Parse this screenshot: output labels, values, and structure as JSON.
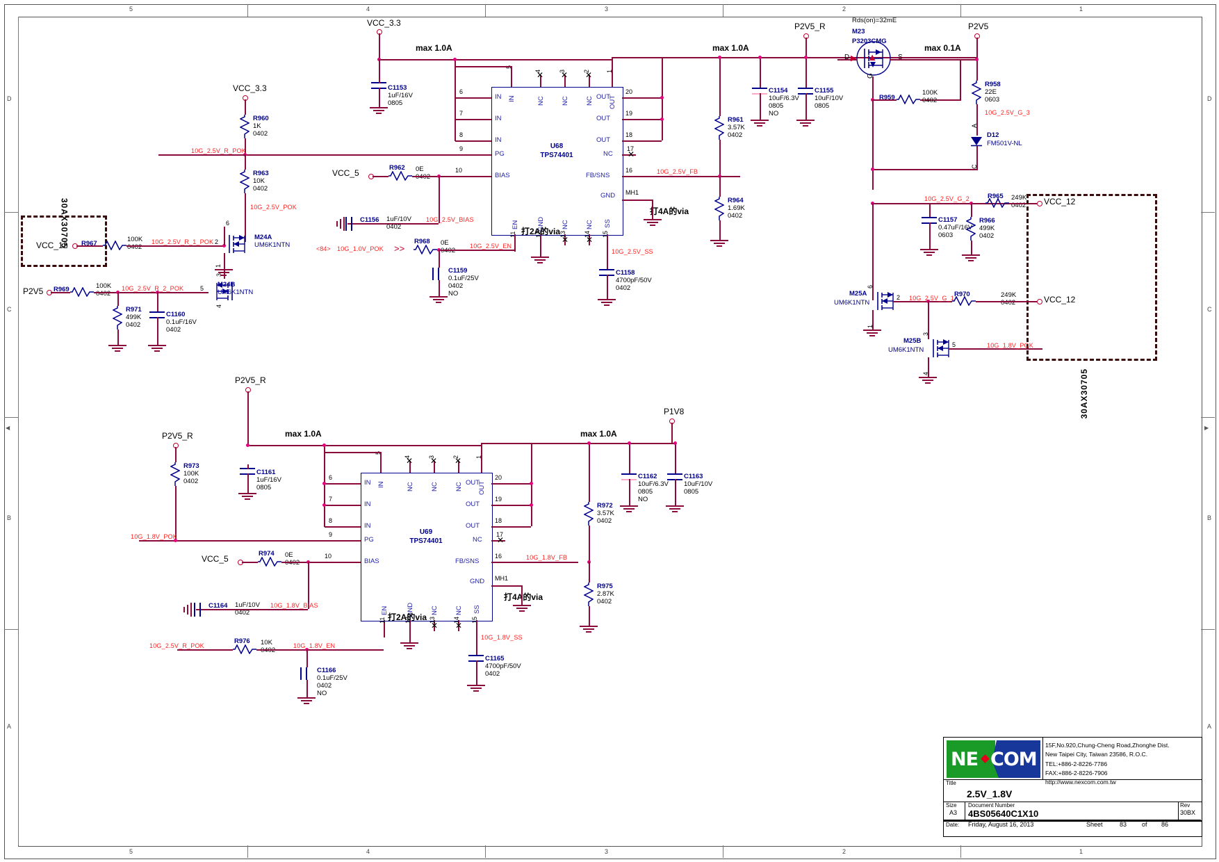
{
  "sheet": {
    "border_numbers_top": [
      "5",
      "4",
      "3",
      "2",
      "1"
    ],
    "border_letters": [
      "D",
      "C",
      "B",
      "A"
    ]
  },
  "titleblock": {
    "address_lines": [
      "15F,No.920,Chung-Cheng Road,Zhonghe Dist.",
      "New Taipei City, Taiwan 23586, R.O.C.",
      "TEL:+886-2-8226-7786",
      "FAX:+886-2-8226-7906",
      "http://www.nexcom.com.tw"
    ],
    "logo_text_a": "NE",
    "logo_text_b": "COM",
    "title_label": "Title",
    "title": "2.5V_1.8V",
    "size_label": "Size",
    "size": "A3",
    "docnum_label": "Document Number",
    "docnum": "4BS05640C1X10",
    "rev_label": "Rev",
    "rev": "30BX",
    "date_label": "Date:",
    "date": "Friday, August 16, 2013",
    "sheet_label": "Sheet",
    "sheet_num": "83",
    "of_label": "of",
    "sheet_total": "86"
  },
  "ics": [
    {
      "id": "U68",
      "name": "U68",
      "part": "TPS74401",
      "pins_top": [
        {
          "n": "5",
          "l": "IN"
        },
        {
          "n": "4",
          "l": "NC",
          "nc": true
        },
        {
          "n": "3",
          "l": "NC",
          "nc": true
        },
        {
          "n": "2",
          "l": "NC",
          "nc": true
        },
        {
          "n": "1",
          "l": "OUT"
        }
      ],
      "pins_left": [
        {
          "n": "6",
          "l": "IN"
        },
        {
          "n": "7",
          "l": "IN"
        },
        {
          "n": "8",
          "l": "IN"
        },
        {
          "n": "9",
          "l": "PG"
        },
        {
          "n": "10",
          "l": "BIAS"
        }
      ],
      "pins_right": [
        {
          "n": "20",
          "l": "OUT"
        },
        {
          "n": "19",
          "l": "OUT"
        },
        {
          "n": "18",
          "l": "OUT"
        },
        {
          "n": "17",
          "l": "NC",
          "nc": true
        },
        {
          "n": "16",
          "l": "FB/SNS"
        },
        {
          "n": "MH1",
          "l": "GND"
        }
      ],
      "pins_bottom": [
        {
          "n": "11",
          "l": "EN"
        },
        {
          "n": "12",
          "l": "GND"
        },
        {
          "n": "13",
          "l": "NC",
          "nc": true
        },
        {
          "n": "14",
          "l": "NC",
          "nc": true
        },
        {
          "n": "15",
          "l": "SS"
        }
      ]
    },
    {
      "id": "U69",
      "name": "U69",
      "part": "TPS74401",
      "pins_top": [
        {
          "n": "5",
          "l": "IN"
        },
        {
          "n": "4",
          "l": "NC",
          "nc": true
        },
        {
          "n": "3",
          "l": "NC",
          "nc": true
        },
        {
          "n": "2",
          "l": "NC",
          "nc": true
        },
        {
          "n": "1",
          "l": "OUT"
        }
      ],
      "pins_left": [
        {
          "n": "6",
          "l": "IN"
        },
        {
          "n": "7",
          "l": "IN"
        },
        {
          "n": "8",
          "l": "IN"
        },
        {
          "n": "9",
          "l": "PG"
        },
        {
          "n": "10",
          "l": "BIAS"
        }
      ],
      "pins_right": [
        {
          "n": "20",
          "l": "OUT"
        },
        {
          "n": "19",
          "l": "OUT"
        },
        {
          "n": "18",
          "l": "OUT"
        },
        {
          "n": "17",
          "l": "NC",
          "nc": true
        },
        {
          "n": "16",
          "l": "FB/SNS"
        },
        {
          "n": "MH1",
          "l": "GND"
        }
      ],
      "pins_bottom": [
        {
          "n": "11",
          "l": "EN"
        },
        {
          "n": "12",
          "l": "GND"
        },
        {
          "n": "13",
          "l": "NC",
          "nc": true
        },
        {
          "n": "14",
          "l": "NC",
          "nc": true
        },
        {
          "n": "15",
          "l": "SS"
        }
      ]
    }
  ],
  "components": {
    "resistors": [
      {
        "ref": "R960",
        "val": "1K",
        "pkg": "0402"
      },
      {
        "ref": "R963",
        "val": "10K",
        "pkg": "0402"
      },
      {
        "ref": "R962",
        "val": "0E",
        "pkg": "0402"
      },
      {
        "ref": "R968",
        "val": "0E",
        "pkg": "0402"
      },
      {
        "ref": "R961",
        "val": "3.57K",
        "pkg": "0402"
      },
      {
        "ref": "R964",
        "val": "1.69K",
        "pkg": "0402"
      },
      {
        "ref": "R959",
        "val": "100K",
        "pkg": "0402"
      },
      {
        "ref": "R958",
        "val": "22E",
        "pkg": "0603"
      },
      {
        "ref": "R965",
        "val": "249K",
        "pkg": "0402"
      },
      {
        "ref": "R966",
        "val": "499K",
        "pkg": "0402"
      },
      {
        "ref": "R970",
        "val": "249K",
        "pkg": "0402"
      },
      {
        "ref": "R967",
        "val": "100K",
        "pkg": "0402"
      },
      {
        "ref": "R969",
        "val": "100K",
        "pkg": "0402"
      },
      {
        "ref": "R971",
        "val": "499K",
        "pkg": "0402"
      },
      {
        "ref": "R973",
        "val": "100K",
        "pkg": "0402"
      },
      {
        "ref": "R974",
        "val": "0E",
        "pkg": "0402"
      },
      {
        "ref": "R972",
        "val": "3.57K",
        "pkg": "0402"
      },
      {
        "ref": "R975",
        "val": "2.87K",
        "pkg": "0402"
      },
      {
        "ref": "R976",
        "val": "10K",
        "pkg": "0402"
      }
    ],
    "capacitors": [
      {
        "ref": "C1153",
        "val": "1uF/16V",
        "pkg": "0805"
      },
      {
        "ref": "C1154",
        "val": "10uF/6.3V",
        "pkg": "0805",
        "note": "NO"
      },
      {
        "ref": "C1155",
        "val": "10uF/10V",
        "pkg": "0805"
      },
      {
        "ref": "C1156",
        "val": "1uF/10V",
        "pkg": "0402"
      },
      {
        "ref": "C1157",
        "val": "0.47uF/16V",
        "pkg": "0603"
      },
      {
        "ref": "C1158",
        "val": "4700pF/50V",
        "pkg": "0402"
      },
      {
        "ref": "C1159",
        "val": "0.1uF/25V",
        "pkg": "0402",
        "note": "NO"
      },
      {
        "ref": "C1160",
        "val": "0.1uF/16V",
        "pkg": "0402"
      },
      {
        "ref": "C1161",
        "val": "1uF/16V",
        "pkg": "0805"
      },
      {
        "ref": "C1162",
        "val": "10uF/6.3V",
        "pkg": "0805",
        "note": "NO"
      },
      {
        "ref": "C1163",
        "val": "10uF/10V",
        "pkg": "0805"
      },
      {
        "ref": "C1164",
        "val": "1uF/10V",
        "pkg": "0402"
      },
      {
        "ref": "C1165",
        "val": "4700pF/50V",
        "pkg": "0402"
      },
      {
        "ref": "C1166",
        "val": "0.1uF/25V",
        "pkg": "0402",
        "note": "NO"
      }
    ],
    "transistors": [
      {
        "ref": "M23",
        "part": "P3203CMG",
        "note": "Rds(on)=32mE"
      },
      {
        "ref": "M24A",
        "part": "UM6K1NTN"
      },
      {
        "ref": "M24B",
        "part": "UM6K1NTN"
      },
      {
        "ref": "M25A",
        "part": "UM6K1NTN"
      },
      {
        "ref": "M25B",
        "part": "UM6K1NTN"
      }
    ],
    "diodes": [
      {
        "ref": "D12",
        "part": "FM501V-NL"
      }
    ]
  },
  "ports": [
    {
      "name": "VCC_3.3"
    },
    {
      "name": "VCC_3.3"
    },
    {
      "name": "VCC_5"
    },
    {
      "name": "VCC_5"
    },
    {
      "name": "P2V5_R"
    },
    {
      "name": "P2V5"
    },
    {
      "name": "P2V5"
    },
    {
      "name": "VCC_12"
    },
    {
      "name": "VCC_12"
    },
    {
      "name": "VCC_12"
    },
    {
      "name": "P2V5_R"
    },
    {
      "name": "P2V5_R"
    },
    {
      "name": "P1V8"
    }
  ],
  "nets": [
    "10G_2.5V_R_POK",
    "10G_2.5V_POK",
    "10G_2.5V_BIAS",
    "10G_2.5V_EN",
    "10G_2.5V_FB",
    "10G_2.5V_SS",
    "10G_2.5V_R_1_POK",
    "10G_2.5V_R_2_POK",
    "10G_1.0V_POK",
    "10G_2.5V_G_3",
    "10G_2.5V_G_2",
    "10G_2.5V_G_1",
    "10G_1.8V_POK",
    "10G_1.8V_BIAS",
    "10G_1.8V_EN",
    "10G_1.8V_FB",
    "10G_1.8V_SS"
  ],
  "annotations": {
    "max_1a": "max 1.0A",
    "max_01a": "max 0.1A",
    "via4a": "打4A的via",
    "via2a": "打2A的via",
    "sheet_ref": "<84>",
    "dashed_box_text": "30AX30705"
  }
}
